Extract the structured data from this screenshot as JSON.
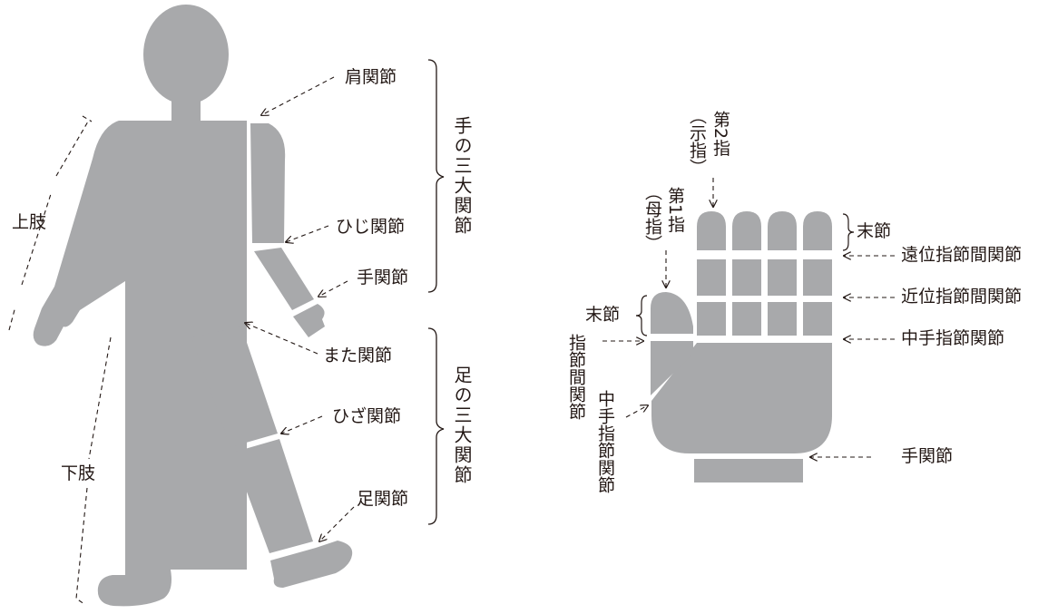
{
  "colors": {
    "body": "#a8a9ab",
    "ink": "#231815",
    "background": "#ffffff"
  },
  "body_labels": {
    "shoulder": "肩関節",
    "elbow": "ひじ関節",
    "wrist": "手関節",
    "hip": "また関節",
    "knee": "ひざ関節",
    "ankle": "足関節",
    "upper_limb": "上肢",
    "lower_limb": "下肢",
    "arm_group": "手の三大関節",
    "leg_group": "足の三大関節"
  },
  "hand_labels": {
    "second_finger_a": "第2指",
    "second_finger_b": "（示指）",
    "first_finger_a": "第1指",
    "first_finger_b": "（母指）",
    "distal_phalanx_right": "末節",
    "distal_phalanx_left": "末節",
    "dip_joint": "遠位指節間関節",
    "pip_joint": "近位指節間関節",
    "mcp_joint": "中手指節関節",
    "wrist_joint": "手関節",
    "thumb_ip_joint": "指節間関節",
    "thumb_mcp_joint": "中手指節関節"
  }
}
